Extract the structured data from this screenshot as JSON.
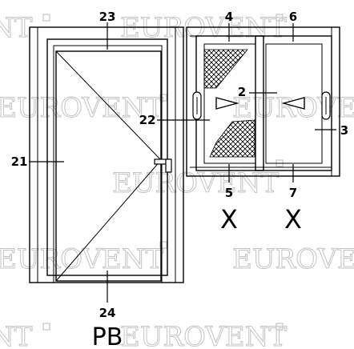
{
  "watermark": {
    "text": "EUROVENT",
    "fragment_left": "NT",
    "fragment_right": "EUROVENT"
  },
  "labels": {
    "l23": "23",
    "l4": "4",
    "l6": "6",
    "l2": "2",
    "l22": "22",
    "l3": "3",
    "l21": "21",
    "l5": "5",
    "l7": "7",
    "l24": "24"
  },
  "marks": {
    "x_left": "X",
    "x_right": "X",
    "caption": "PB"
  }
}
